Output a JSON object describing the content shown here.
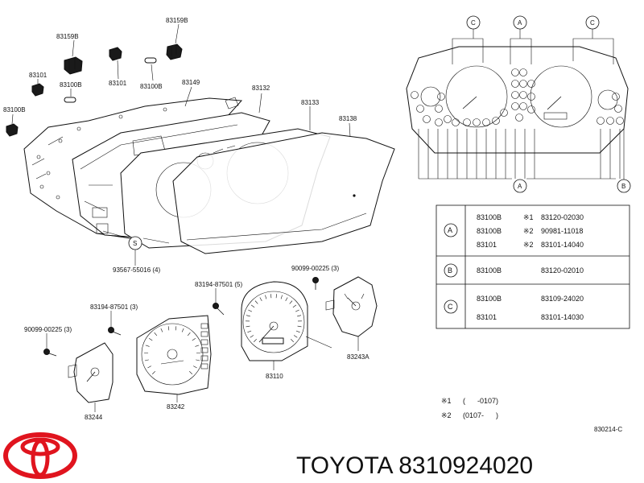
{
  "callouts": {
    "p83159B_top": "83159B",
    "p83159B_left": "83159B",
    "p83101_a": "83101",
    "p83100B_a": "83100B",
    "p83101_b": "83101",
    "p83100B_b": "83100B",
    "p83100B_c": "83100B",
    "p83149": "83149",
    "p83132": "83132",
    "p83133": "83133",
    "p83138": "83138",
    "p93567": "93567-55016 (4)",
    "s_mark": "S",
    "p90099_right": "90099-00225 (3)",
    "p83194": "83194-87501 (5)",
    "p83194_b": "83194-87501 (3)",
    "p90099_left": "90099-00225 (3)",
    "p83243A": "83243A",
    "p83110": "83110",
    "p83242": "83242",
    "p83244": "83244"
  },
  "wiring": {
    "top_labels": [
      "C",
      "A",
      "C"
    ],
    "bottom_labels": [
      "A",
      "B"
    ]
  },
  "table": {
    "rows": [
      {
        "key": "A",
        "lines": [
          {
            "part": "83100B",
            "mark": "※1",
            "number": "83120-02030"
          },
          {
            "part": "83100B",
            "mark": "※2",
            "number": "90981-11018"
          },
          {
            "part": "83101",
            "mark": "※2",
            "number": "83101-14040"
          }
        ]
      },
      {
        "key": "B",
        "lines": [
          {
            "part": "83100B",
            "mark": "",
            "number": "83120-02010"
          }
        ]
      },
      {
        "key": "C",
        "lines": [
          {
            "part": "83100B",
            "mark": "",
            "number": "83109-24020"
          },
          {
            "part": "83101",
            "mark": "",
            "number": "83101-14030"
          }
        ]
      }
    ]
  },
  "notes": [
    {
      "mark": "※1",
      "range": "(      -0107)"
    },
    {
      "mark": "※2",
      "range": "(0107-      )"
    }
  ],
  "diagram_code": "830214-C",
  "brand": "TOYOTA 8310924020",
  "colors": {
    "logo": "#e0141e",
    "ink": "#111111"
  },
  "icons": {
    "logo": "toyota-logo-icon"
  }
}
